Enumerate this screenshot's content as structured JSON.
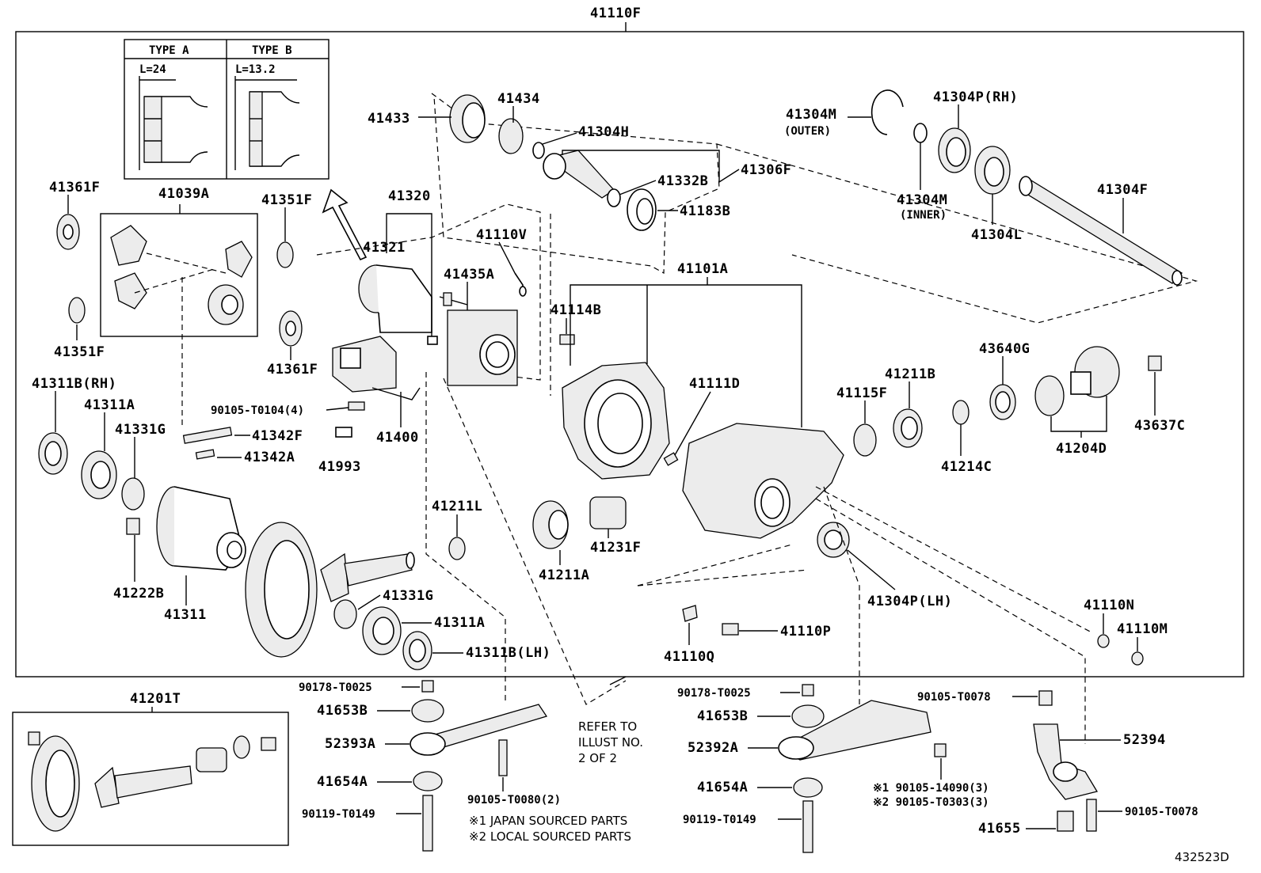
{
  "diagram": {
    "top_label": "41110F",
    "assembly_label": "41201T",
    "footer_code": "432523D",
    "type_table": {
      "col_a": "TYPE A",
      "col_b": "TYPE B",
      "dim_a": "L=24",
      "dim_b": "L=13.2"
    },
    "labels": {
      "p41433": "41433",
      "p41434": "41434",
      "p41304H": "41304H",
      "p41332B": "41332B",
      "p41306F": "41306F",
      "p41183B": "41183B",
      "p41304M_outer": "41304M",
      "outer": "(OUTER)",
      "p41304P_rh": "41304P(RH)",
      "p41304M_inner": "41304M",
      "inner": "(INNER)",
      "p41304L": "41304L",
      "p41304F": "41304F",
      "p41361F_a": "41361F",
      "p41039A": "41039A",
      "p41351F_a": "41351F",
      "p41320": "41320",
      "p41321": "41321",
      "p41110V": "41110V",
      "p41435A": "41435A",
      "p41101A": "41101A",
      "p41114B": "41114B",
      "p41351F_b": "41351F",
      "p41361F_b": "41361F",
      "p41311B_rh": "41311B(RH)",
      "p41311A_a": "41311A",
      "p41331G_a": "41331G",
      "p90105_T0104": "90105-T0104(4)",
      "p41342F": "41342F",
      "p41342A": "41342A",
      "p41400": "41400",
      "p41993": "41993",
      "p41111D": "41111D",
      "p41115F": "41115F",
      "p41211B": "41211B",
      "p43640G": "43640G",
      "p41214C": "41214C",
      "p41204D": "41204D",
      "p43637C": "43637C",
      "p41211L": "41211L",
      "p41231F": "41231F",
      "p41211A": "41211A",
      "p41222B": "41222B",
      "p41311": "41311",
      "p41331G_b": "41331G",
      "p41311A_b": "41311A",
      "p41311B_lh": "41311B(LH)",
      "p41304P_lh": "41304P(LH)",
      "p41110N": "41110N",
      "p41110M": "41110M",
      "p41110P": "41110P",
      "p41110Q": "41110Q",
      "p90178_a": "90178-T0025",
      "p41653B_a": "41653B",
      "p52393A": "52393A",
      "p41654A_a": "41654A",
      "p90119_a": "90119-T0149",
      "p90105_T0080": "90105-T0080(2)",
      "refer1": "REFER TO",
      "refer2": "ILLUST NO.",
      "refer3": "2 OF 2",
      "p90178_b": "90178-T0025",
      "p41653B_b": "41653B",
      "p52392A": "52392A",
      "p41654A_b": "41654A",
      "p90119_b": "90119-T0149",
      "p90105_14090": "※1 90105-14090(3)",
      "p90105_T0303": "※2 90105-T0303(3)",
      "p90105_T0078_a": "90105-T0078",
      "p52394": "52394",
      "p41655": "41655",
      "p90105_T0078_b": "90105-T0078"
    },
    "notes": {
      "note1": "※1 JAPAN SOURCED PARTS",
      "note2": "※2 LOCAL SOURCED PARTS"
    }
  }
}
